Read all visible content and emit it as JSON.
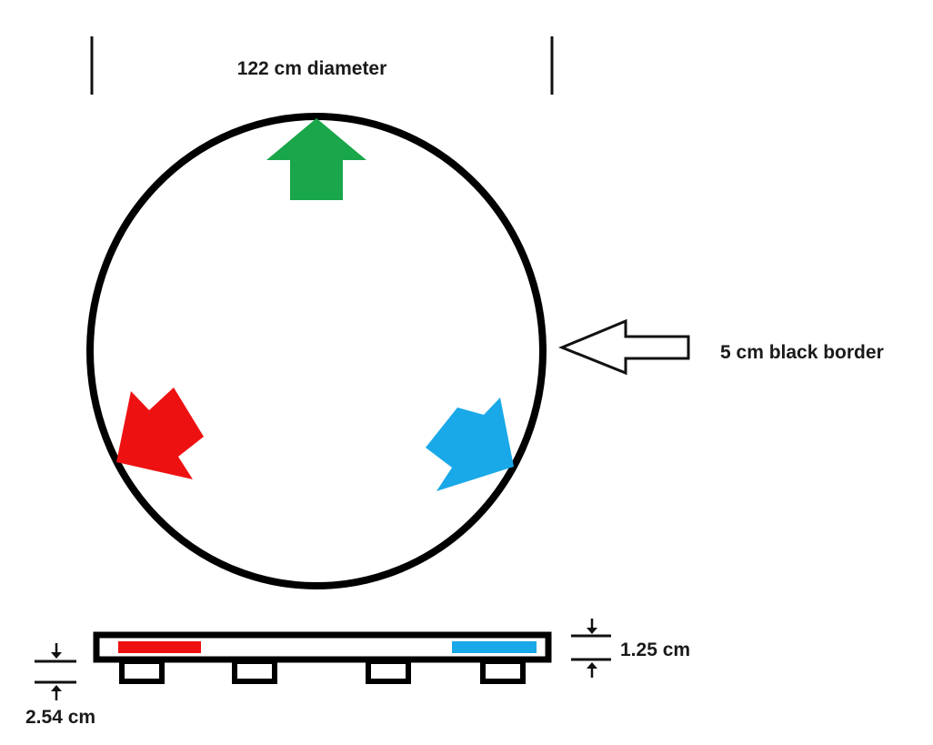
{
  "labels": {
    "diameter": "122 cm diameter",
    "border": "5 cm black border",
    "thickness_top": "1.25 cm",
    "thickness_bottom": "2.54 cm"
  },
  "arrows": [
    {
      "name": "green-arrow",
      "color": "#1aa64a",
      "direction": "up"
    },
    {
      "name": "red-arrow",
      "color": "#ee1111",
      "direction": "down-left"
    },
    {
      "name": "blue-arrow",
      "color": "#19a8e8",
      "direction": "down-right"
    }
  ],
  "side_view": {
    "strips": [
      {
        "name": "red-strip",
        "color": "#ee1111"
      },
      {
        "name": "blue-strip",
        "color": "#19a8e8"
      }
    ],
    "feet_count": 4
  }
}
